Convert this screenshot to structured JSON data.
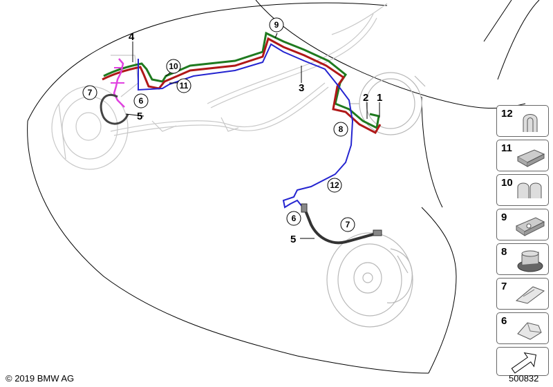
{
  "diagram": {
    "part_labels": {
      "p1": "1",
      "p2": "2",
      "p3": "3",
      "p4": "4",
      "p5_front": "5",
      "p5_rear": "5"
    },
    "circled_labels": {
      "c6_front": "6",
      "c6_rear": "6",
      "c7_front": "7",
      "c7_rear": "7",
      "c8": "8",
      "c9": "9",
      "c10": "10",
      "c11": "11",
      "c12": "12"
    },
    "line_colors": {
      "red": "#b01818",
      "green": "#1f7a1f",
      "blue": "#2424d0",
      "magenta": "#e040e0",
      "outline": "#000000",
      "ghost": "#bfbfbf"
    }
  },
  "legend": {
    "items": [
      {
        "number": "12",
        "icon": "clip-icon"
      },
      {
        "number": "11",
        "icon": "bracket-icon"
      },
      {
        "number": "10",
        "icon": "double-clip-icon"
      },
      {
        "number": "9",
        "icon": "holder-icon"
      },
      {
        "number": "8",
        "icon": "grommet-icon"
      },
      {
        "number": "7",
        "icon": "spring-clip-icon"
      },
      {
        "number": "6",
        "icon": "retainer-icon"
      }
    ],
    "nav_icon": "arrow-icon"
  },
  "footer": {
    "copyright": "© 2019 BMW AG",
    "drawing_number": "500832"
  }
}
